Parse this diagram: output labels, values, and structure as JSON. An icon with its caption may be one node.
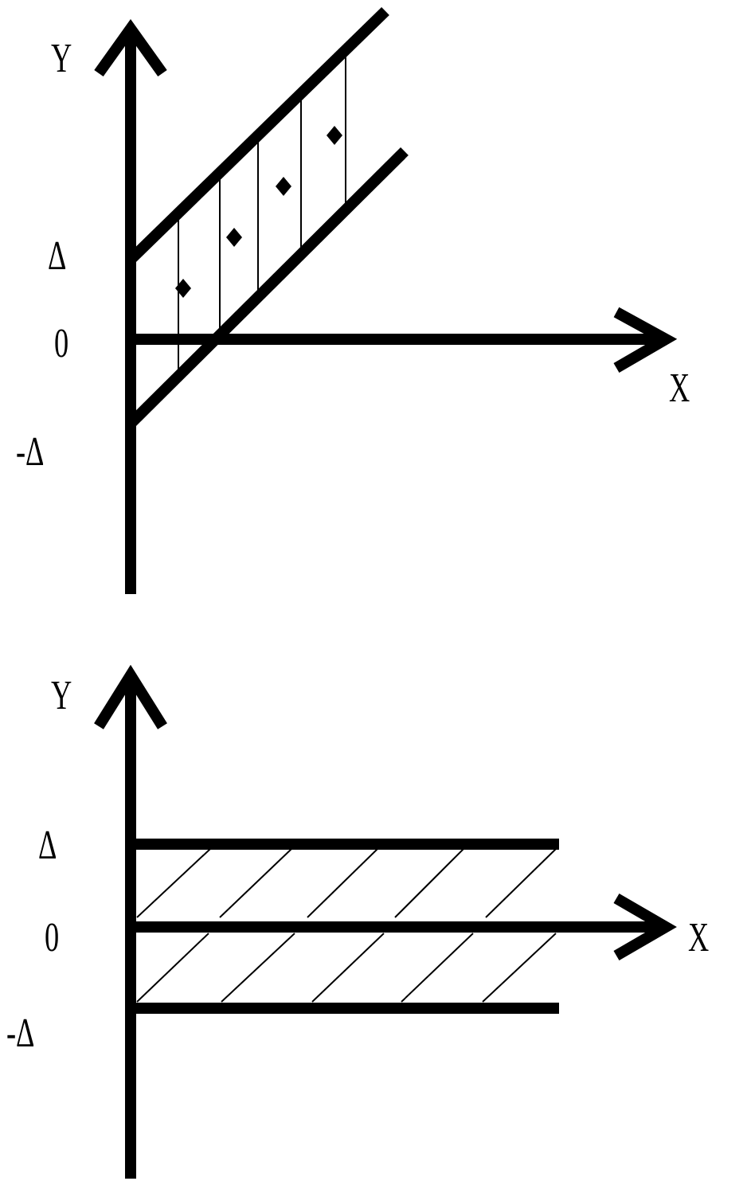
{
  "diagram": {
    "labels": [
      "Y",
      "Δ",
      "0",
      "X",
      "-Δ",
      "Y",
      "Δ",
      "0",
      "X",
      "-Δ"
    ]
  }
}
